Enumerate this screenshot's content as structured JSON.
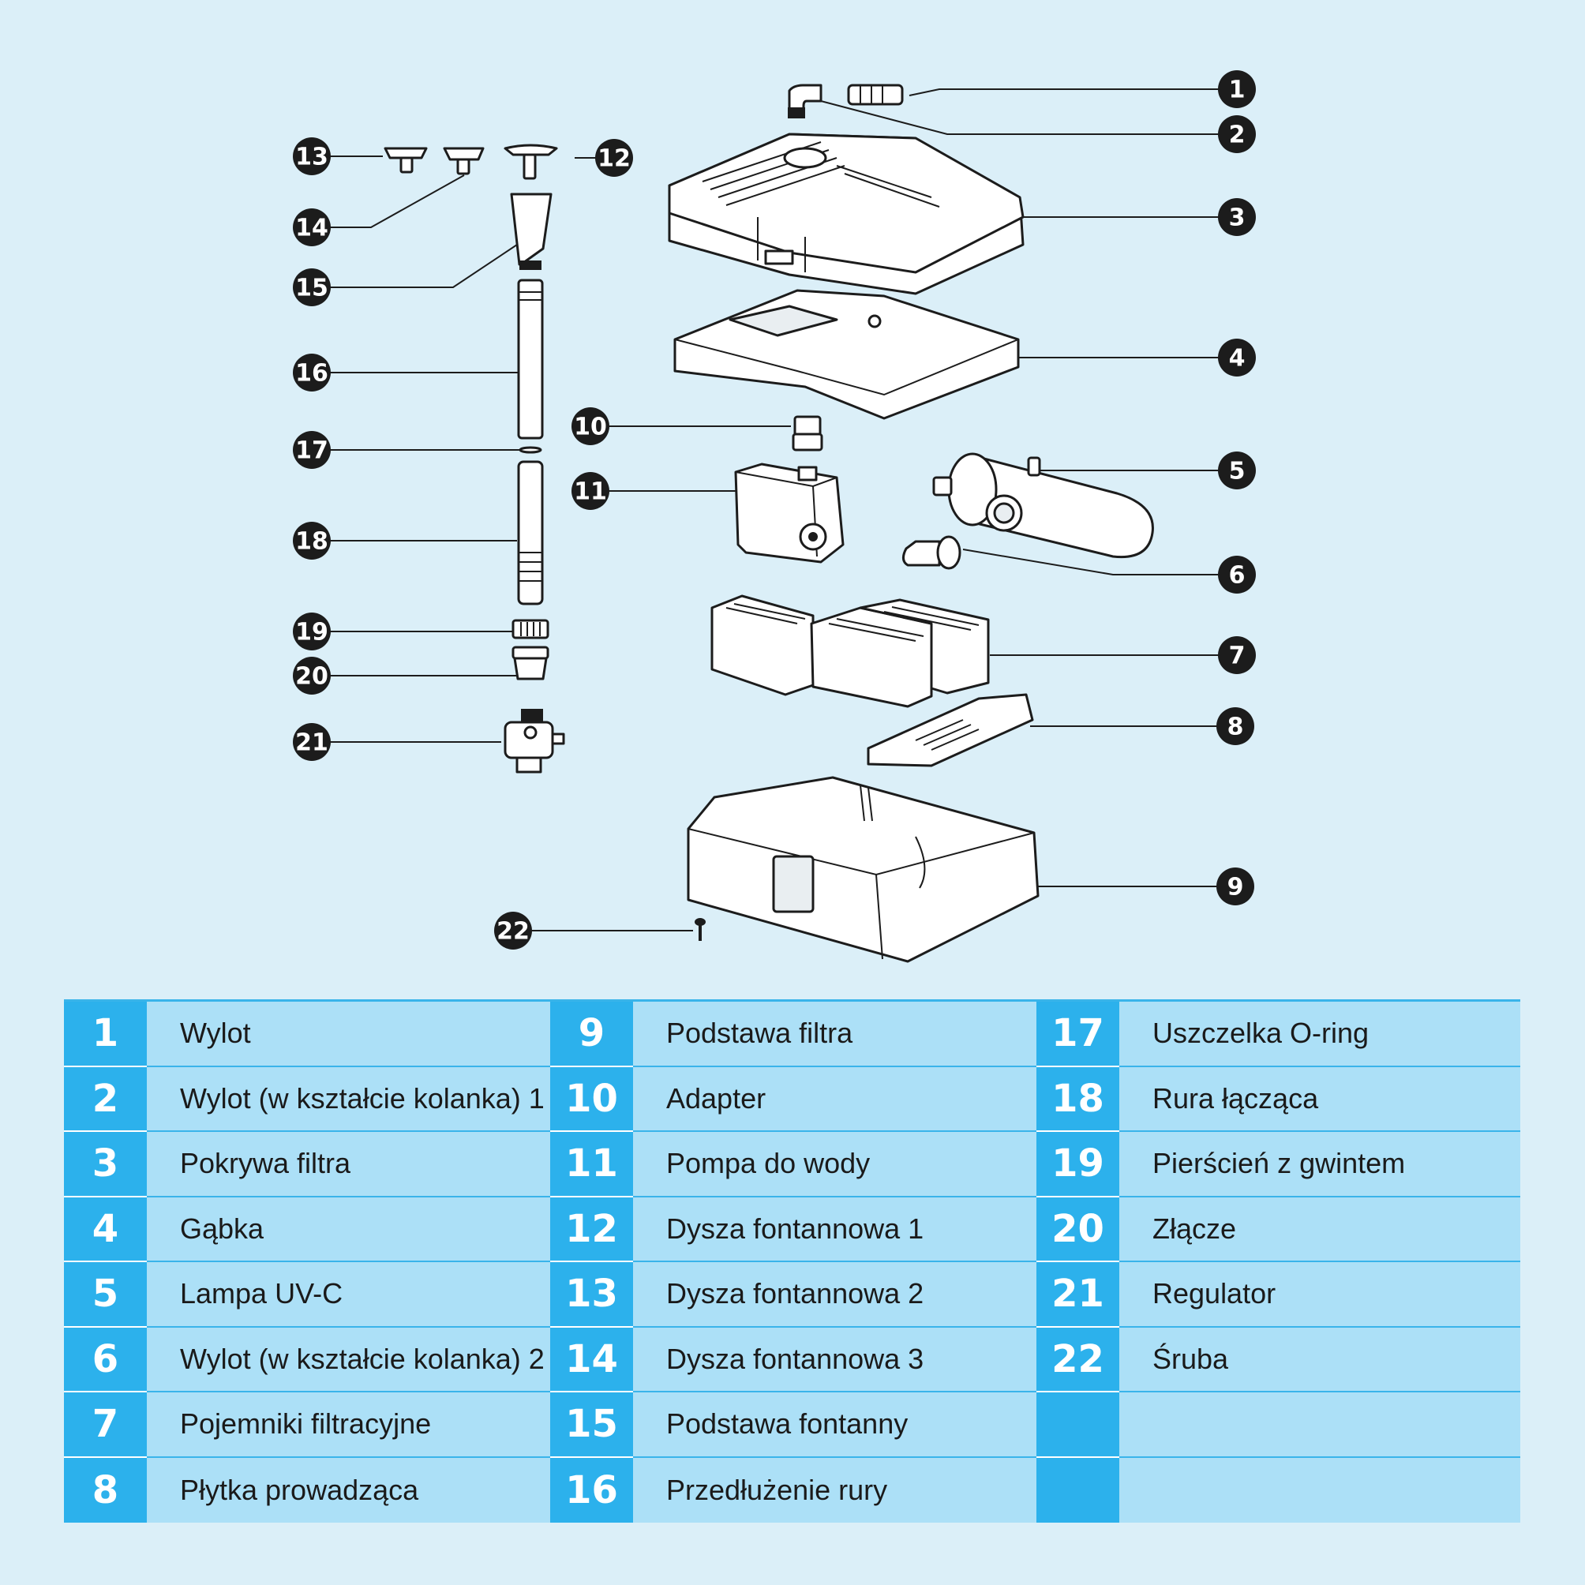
{
  "callouts": [
    "1",
    "2",
    "3",
    "4",
    "5",
    "6",
    "7",
    "8",
    "9",
    "10",
    "11",
    "12",
    "13",
    "14",
    "15",
    "16",
    "17",
    "18",
    "19",
    "20",
    "21",
    "22"
  ],
  "parts": [
    {
      "num": "1",
      "label": "Wylot"
    },
    {
      "num": "2",
      "label": "Wylot (w kształcie kolanka) 1"
    },
    {
      "num": "3",
      "label": "Pokrywa filtra"
    },
    {
      "num": "4",
      "label": "Gąbka"
    },
    {
      "num": "5",
      "label": "Lampa UV-C"
    },
    {
      "num": "6",
      "label": "Wylot (w kształcie kolanka) 2"
    },
    {
      "num": "7",
      "label": "Pojemniki filtracyjne"
    },
    {
      "num": "8",
      "label": "Płytka prowadząca"
    },
    {
      "num": "9",
      "label": "Podstawa filtra"
    },
    {
      "num": "10",
      "label": "Adapter"
    },
    {
      "num": "11",
      "label": "Pompa do wody"
    },
    {
      "num": "12",
      "label": "Dysza fontannowa 1"
    },
    {
      "num": "13",
      "label": "Dysza fontannowa 2"
    },
    {
      "num": "14",
      "label": "Dysza fontannowa 3"
    },
    {
      "num": "15",
      "label": "Podstawa fontanny"
    },
    {
      "num": "16",
      "label": "Przedłużenie rury"
    },
    {
      "num": "17",
      "label": "Uszczelka O-ring"
    },
    {
      "num": "18",
      "label": "Rura łącząca"
    },
    {
      "num": "19",
      "label": "Pierścień z gwintem"
    },
    {
      "num": "20",
      "label": "Złącze"
    },
    {
      "num": "21",
      "label": "Regulator"
    },
    {
      "num": "22",
      "label": "Śruba"
    }
  ],
  "colors": {
    "background": "#dbeff8",
    "number_cell": "#2cb1ec",
    "label_cell": "#ace0f7",
    "callout": "#1c1c1c"
  }
}
